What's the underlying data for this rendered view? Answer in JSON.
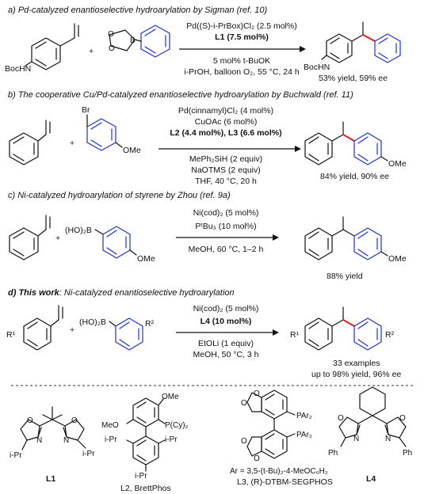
{
  "sections": {
    "a": {
      "title": "a) Pd-catalyzed enantioselective hydroarylation by Sigman (ref. 10)",
      "cond_above": [
        "Pd((S)-i-PrBox)Cl₂ (2.5 mol%)",
        "L1 (7.5 mol%)"
      ],
      "cond_below": [
        "5 mol% t-BuOK",
        "i-PrOH, balloon O₂, 55 °C, 24 h"
      ],
      "result": "53% yield, 59% ee",
      "substituent": "BocHN",
      "boron_label": "B"
    },
    "b": {
      "title": "b) The cooperative Cu/Pd-catalyzed enantioselective hydroarylation by Buchwald (ref. 11)",
      "cond_above": [
        "Pd(cinnamyl)Cl₂ (4 mol%)",
        "CuOAc (6 mol%)",
        "L2 (4.4 mol%), L3 (6.6 mol%)"
      ],
      "cond_below": [
        "MePh₂SiH (2 equiv)",
        "NaOTMS (2 equiv)",
        "THF, 40 °C, 20 h"
      ],
      "result": "84% yield, 90% ee",
      "halide": "Br",
      "ome": "OMe"
    },
    "c": {
      "title": "c) Ni-catalyzed hydroarylation of styrene by Zhou (ref. 9a)",
      "cond_above": [
        "Ni(cod)₂ (5 mol%)",
        "PᵗBu₃ (10 mol%)"
      ],
      "cond_below": [
        "MeOH, 60 °C, 1–2 h"
      ],
      "result": "88% yield",
      "boronic": "(HO)₂B",
      "ome": "OMe"
    },
    "d": {
      "title_bold": "d) This work",
      "title_rest": ": Ni-catalyzed enantioselective hydroarylation",
      "cond_above": [
        "Ni(cod)₂ (5 mol%)",
        "L4 (10 mol%)"
      ],
      "cond_below": [
        "EtOLi (1 equiv)",
        "MeOH, 50 °C, 3 h"
      ],
      "result1": "33 examples",
      "result2": "up to 98% yield, 96% ee",
      "boronic": "(HO)₂B",
      "r1": "R¹",
      "r2": "R²"
    }
  },
  "plus": "+",
  "ligands": {
    "L1": {
      "name": "L1",
      "sub": "i-Pr",
      "atoms": [
        "O",
        "N"
      ]
    },
    "L2": {
      "name": "L2, BrettPhos",
      "ome": "OMe",
      "meo": "MeO",
      "p": "P(Cy)₂",
      "ipr": "i-Pr"
    },
    "L3": {
      "name": "L3, (R)-DTBM-SEGPHOS",
      "par": "PAr₂",
      "ar_def": "Ar = 3,5-(t-Bu)₂-4-MeOC₆H₂",
      "o": "O"
    },
    "L4": {
      "name": "L4",
      "ph": "Ph",
      "atoms": [
        "O",
        "N"
      ]
    }
  }
}
